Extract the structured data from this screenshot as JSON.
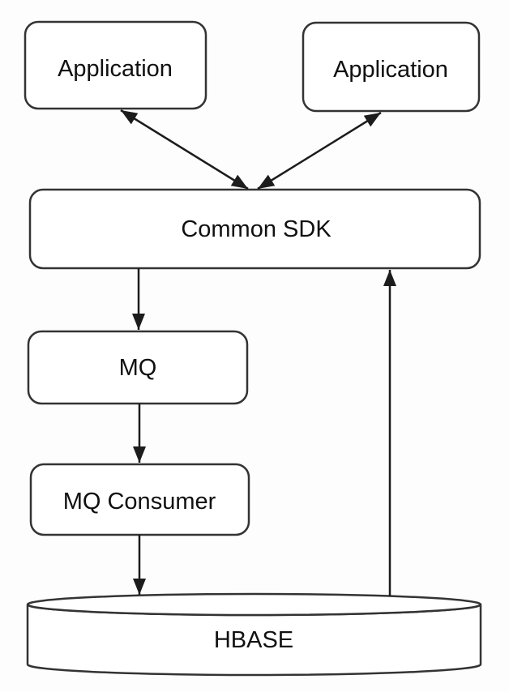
{
  "diagram": {
    "type": "flowchart",
    "background": "#fdfdfd",
    "colors": {
      "node_fill": "#ffffff",
      "node_border": "#333333",
      "arrow": "#1c1c1c",
      "text": "#101010"
    },
    "nodes": {
      "app_left": {
        "label": "Application",
        "shape": "rounded-rectangle"
      },
      "app_right": {
        "label": "Application",
        "shape": "rounded-rectangle"
      },
      "common_sdk": {
        "label": "Common SDK",
        "shape": "rounded-rectangle"
      },
      "mq": {
        "label": "MQ",
        "shape": "rounded-rectangle"
      },
      "mq_consumer": {
        "label": "MQ Consumer",
        "shape": "rounded-rectangle"
      },
      "hbase": {
        "label": "HBASE",
        "shape": "cylinder"
      }
    },
    "edges": [
      {
        "from": "app_left",
        "to": "common_sdk",
        "style": "bidirectional-arrow"
      },
      {
        "from": "app_right",
        "to": "common_sdk",
        "style": "bidirectional-arrow"
      },
      {
        "from": "common_sdk",
        "to": "mq",
        "style": "arrow"
      },
      {
        "from": "mq",
        "to": "mq_consumer",
        "style": "arrow"
      },
      {
        "from": "mq_consumer",
        "to": "hbase",
        "style": "arrow"
      },
      {
        "from": "hbase",
        "to": "common_sdk",
        "style": "arrow"
      }
    ]
  }
}
